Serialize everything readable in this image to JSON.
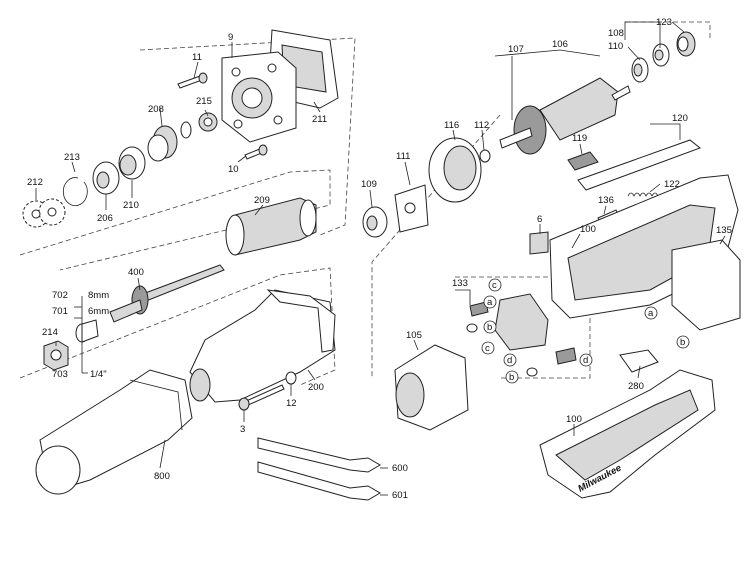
{
  "diagram": {
    "part_labels": {
      "p9": "9",
      "p11": "11",
      "p211": "211",
      "p208": "208",
      "p215": "215",
      "p10": "10",
      "p213": "213",
      "p212": "212",
      "p206": "206",
      "p210": "210",
      "p209": "209",
      "p400": "400",
      "p702": "702",
      "p701": "701",
      "p8mm": "8mm",
      "p6mm": "6mm",
      "p214": "214",
      "p703": "703",
      "p1_4": "1/4\"",
      "p200": "200",
      "p12": "12",
      "p3": "3",
      "p800": "800",
      "p600": "600",
      "p601": "601",
      "p107": "107",
      "p106": "106",
      "p108": "108",
      "p110": "110",
      "p123": "123",
      "p116": "116",
      "p112": "112",
      "p111": "111",
      "p109": "109",
      "p119": "119",
      "p120": "120",
      "p122": "122",
      "p136": "136",
      "p6": "6",
      "p100a": "100",
      "p135": "135",
      "p133": "133",
      "p105": "105",
      "p280": "280",
      "p100b": "100"
    },
    "callouts": {
      "a1": "a",
      "b1": "b",
      "c1": "c",
      "c2": "c",
      "d1": "d",
      "d2": "d",
      "b2": "b",
      "a2": "a",
      "b3": "b"
    },
    "brand_mark": "Milwaukee"
  }
}
